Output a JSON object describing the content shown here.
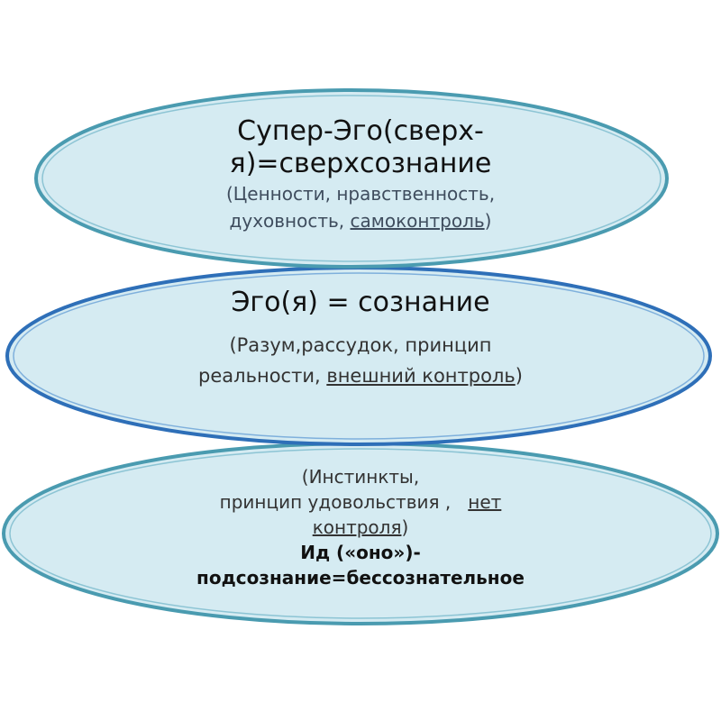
{
  "super_ego": {
    "title_line1": "Супер-Эго(сверх-",
    "title_line2": "я)=сверхсознание",
    "desc_line1": "(Ценности, нравственность,",
    "desc_line2_plain": "духовность, ",
    "desc_line2_underlined": "самоконтроль",
    "desc_line2_close": ")"
  },
  "ego": {
    "title": "Эго(я) = сознание",
    "desc_line1": "(Разум,рассудок, принцип",
    "desc_line2_plain": "реальности, ",
    "desc_line2_underlined": "внешний контроль",
    "desc_line2_close": ")"
  },
  "id": {
    "desc_line1": "(Инстинкты,",
    "desc_line2_plain": "принцип удовольствия ,   ",
    "desc_line2_underlined": "нет",
    "desc_line3_underlined": "контроля",
    "desc_line3_close": ")",
    "title_line1": "Ид («оно»)-",
    "title_line2": "подсознание=бессознательное"
  },
  "colors": {
    "ellipse_fill": "#d5ebf2",
    "top_border": "#4a9bb0",
    "mid_border": "#2e6fb8",
    "bot_border": "#4a9bb0"
  }
}
